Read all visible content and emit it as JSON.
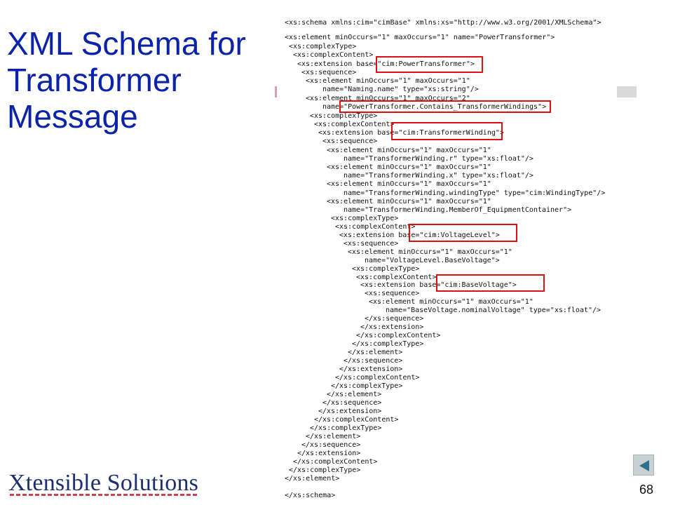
{
  "slide": {
    "title_lines": [
      "XML Schema for",
      "Transformer",
      "Message"
    ],
    "page_number": "68",
    "logo_text": "Xtensible Solutions",
    "highlight_color": "#e01010",
    "title_color": "#0b23a8"
  },
  "xml_lines": [
    "<xs:schema xmlns:cim=\"cimBase\" xmlns:xs=\"http://www.w3.org/2001/XMLSchema\">",
    "<xs:element minOccurs=\"1\" maxOccurs=\"1\" name=\"PowerTransformer\">",
    " <xs:complexType>",
    "  <xs:complexContent>",
    "   <xs:extension base=\"cim:PowerTransformer\">",
    "    <xs:sequence>",
    "     <xs:element minOccurs=\"1\" maxOccurs=\"1\"",
    "         name=\"Naming.name\" type=\"xs:string\"/>",
    "     <xs:element minOccurs=\"1\" maxOccurs=\"2\"",
    "         name=\"PowerTransformer.Contains_TransformerWindings\">",
    "      <xs:complexType>",
    "       <xs:complexContent>",
    "        <xs:extension base=\"cim:TransformerWinding\">",
    "         <xs:sequence>",
    "          <xs:element minOccurs=\"1\" maxOccurs=\"1\"",
    "              name=\"TransformerWinding.r\" type=\"xs:float\"/>",
    "          <xs:element minOccurs=\"1\" maxOccurs=\"1\"",
    "              name=\"TransformerWinding.x\" type=\"xs:float\"/>",
    "          <xs:element minOccurs=\"1\" maxOccurs=\"1\"",
    "              name=\"TransformerWinding.windingType\" type=\"cim:WindingType\"/>",
    "          <xs:element minOccurs=\"1\" maxOccurs=\"1\"",
    "              name=\"TransformerWinding.MemberOf_EquipmentContainer\">",
    "           <xs:complexType>",
    "            <xs:complexContent>",
    "             <xs:extension base=\"cim:VoltageLevel\">",
    "              <xs:sequence>",
    "               <xs:element minOccurs=\"1\" maxOccurs=\"1\"",
    "                   name=\"VoltageLevel.BaseVoltage\">",
    "                <xs:complexType>",
    "                 <xs:complexContent>",
    "                  <xs:extension base=\"cim:BaseVoltage\">",
    "                   <xs:sequence>",
    "                    <xs:element minOccurs=\"1\" maxOccurs=\"1\"",
    "                        name=\"BaseVoltage.nominalVoltage\" type=\"xs:float\"/>",
    "                   </xs:sequence>",
    "                  </xs:extension>",
    "                 </xs:complexContent>",
    "                </xs:complexType>",
    "               </xs:element>",
    "              </xs:sequence>",
    "             </xs:extension>",
    "            </xs:complexContent>",
    "           </xs:complexType>",
    "          </xs:element>",
    "         </xs:sequence>",
    "        </xs:extension>",
    "       </xs:complexContent>",
    "      </xs:complexType>",
    "     </xs:element>",
    "    </xs:sequence>",
    "   </xs:extension>",
    "  </xs:complexContent>",
    " </xs:complexType>",
    "</xs:element>",
    "</xs:schema>"
  ]
}
